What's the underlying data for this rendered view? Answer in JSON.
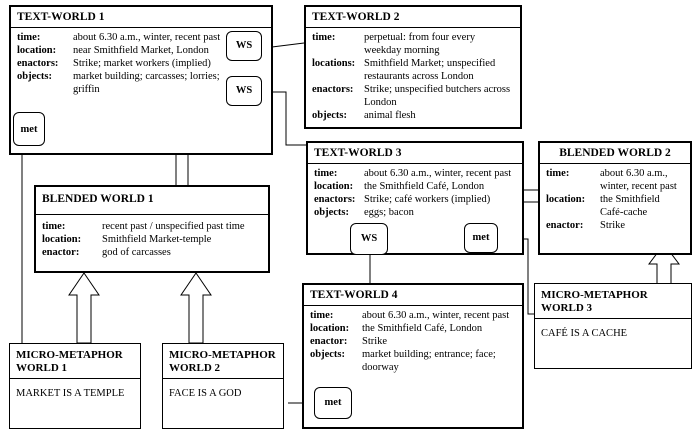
{
  "text_world_1": {
    "title": "TEXT-WORLD 1",
    "rows": [
      {
        "key": "time:",
        "value": "about 6.30 a.m., winter, recent past"
      },
      {
        "key": "location:",
        "value": "near Smithfield Market, London"
      },
      {
        "key": "enactors:",
        "value": "Strike; market workers (implied)"
      },
      {
        "key": "objects:",
        "value": "market building; carcasses; lorries; griffin"
      }
    ]
  },
  "text_world_2": {
    "title": "TEXT-WORLD 2",
    "rows": [
      {
        "key": "time:",
        "value": "perpetual: from four every weekday morning"
      },
      {
        "key": "locations:",
        "value": "Smithfield Market; unspecified restaurants across London"
      },
      {
        "key": "enactors:",
        "value": "Strike; unspecified butchers across London"
      },
      {
        "key": "objects:",
        "value": "animal flesh"
      }
    ]
  },
  "text_world_3": {
    "title": "TEXT-WORLD 3",
    "rows": [
      {
        "key": "time:",
        "value": "about 6.30 a.m., winter, recent past"
      },
      {
        "key": "location:",
        "value": "the Smithfield Café, London"
      },
      {
        "key": "enactors:",
        "value": "Strike; café workers (implied)"
      },
      {
        "key": "objects:",
        "value": "eggs; bacon"
      }
    ]
  },
  "text_world_4": {
    "title": "TEXT-WORLD 4",
    "rows": [
      {
        "key": "time:",
        "value": "about 6.30 a.m., winter, recent past"
      },
      {
        "key": "location:",
        "value": "the Smithfield Café, London"
      },
      {
        "key": "enactor:",
        "value": "Strike"
      },
      {
        "key": "objects:",
        "value": "market building; entrance; face; doorway"
      }
    ]
  },
  "blended_world_1": {
    "title": "BLENDED WORLD 1",
    "rows": [
      {
        "key": "time:",
        "value": "recent past / unspecified past time"
      },
      {
        "key": "location:",
        "value": "Smithfield Market-temple"
      },
      {
        "key": "enactor:",
        "value": "god of carcasses"
      }
    ]
  },
  "blended_world_2": {
    "title": "BLENDED WORLD 2",
    "rows": [
      {
        "key": "time:",
        "value": "about 6.30 a.m., winter, recent past"
      },
      {
        "key": "location:",
        "value": "the Smithfield Café-cache"
      },
      {
        "key": "enactor:",
        "value": "Strike"
      }
    ]
  },
  "micro_metaphor_1": {
    "title": "MICRO-METAPHOR WORLD 1",
    "text": "MARKET IS A TEMPLE"
  },
  "micro_metaphor_2": {
    "title": "MICRO-METAPHOR WORLD 2",
    "text": "FACE IS A GOD"
  },
  "micro_metaphor_3": {
    "title": "MICRO-METAPHOR WORLD 3",
    "text": "CAFÉ IS A CACHE"
  },
  "switches": {
    "ws": "WS",
    "met": "met"
  }
}
